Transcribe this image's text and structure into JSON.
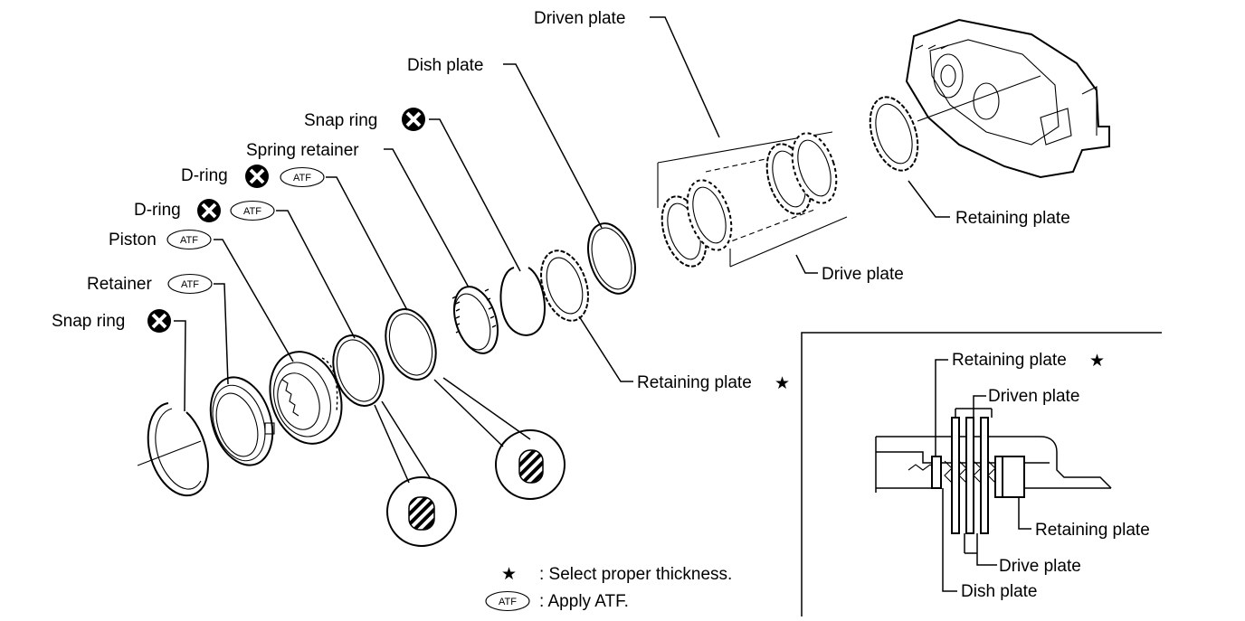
{
  "labels": {
    "driven_plate": "Driven plate",
    "dish_plate": "Dish plate",
    "snap_ring_top": "Snap ring",
    "spring_retainer": "Spring retainer",
    "d_ring_upper": "D-ring",
    "d_ring_lower": "D-ring",
    "piston": "Piston",
    "retainer": "Retainer",
    "snap_ring_left": "Snap ring",
    "retaining_plate_right": "Retaining plate",
    "drive_plate": "Drive plate",
    "retaining_plate_star": "Retaining plate"
  },
  "atf_badge": "ATF",
  "star_symbol": "★",
  "inset": {
    "retaining_plate_star": "Retaining plate",
    "driven_plate": "Driven plate",
    "retaining_plate": "Retaining plate",
    "drive_plate": "Drive plate",
    "dish_plate": "Dish plate"
  },
  "legend": {
    "star_text": ": Select proper thickness.",
    "atf_text": ": Apply ATF."
  }
}
